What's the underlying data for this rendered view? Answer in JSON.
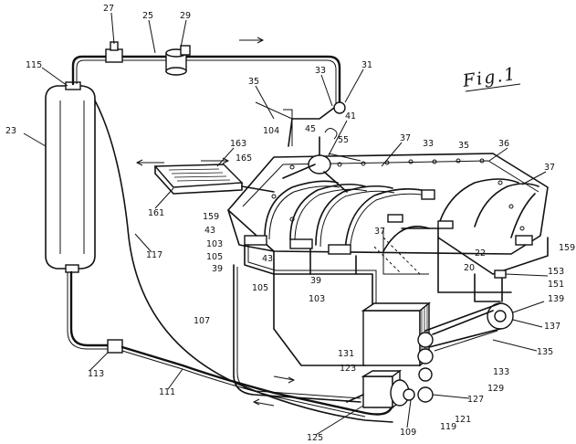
{
  "figure": {
    "title": "Fig.1",
    "labels": {
      "l27": "27",
      "l25": "25",
      "l29": "29",
      "l115": "115",
      "l31": "31",
      "l33a": "33",
      "l35a": "35",
      "l104": "104",
      "l45": "45",
      "l41": "41",
      "l37a": "37",
      "l33b": "33",
      "l35b": "35",
      "l36": "36",
      "l37b": "37",
      "l55": "55",
      "l23": "23",
      "l163": "163",
      "l165": "165",
      "l161": "161",
      "l159a": "159",
      "l43a": "43",
      "l103a": "103",
      "l105a": "105",
      "l39a": "39",
      "l43b": "43",
      "l37c": "37",
      "l22": "22",
      "l20": "20",
      "l159b": "159",
      "l117": "117",
      "l105b": "105",
      "l39b": "39",
      "l103b": "103",
      "l153": "153",
      "l151": "151",
      "l139": "139",
      "l107": "107",
      "l137": "137",
      "l131": "131",
      "l135": "135",
      "l113": "113",
      "l133": "133",
      "l123": "123",
      "l129": "129",
      "l127": "127",
      "l111": "111",
      "l121": "121",
      "l119": "119",
      "l109": "109",
      "l125": "125"
    }
  }
}
